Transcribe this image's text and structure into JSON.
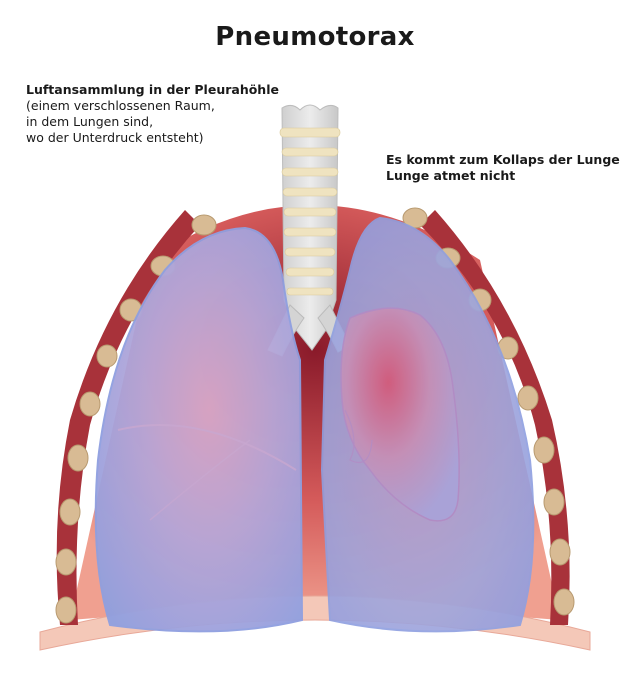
{
  "title": "Pneumotorax",
  "annotation_left": {
    "heading": "Luftansammlung in der Pleurahöhle",
    "lines": [
      "(einem verschlossenen Raum,",
      "in dem Lungen sind,",
      "wo der Unterdruck entsteht)"
    ]
  },
  "annotation_right": {
    "lines": [
      "Es kommt zum Kollaps der Lunge",
      "Lunge atmet nicht"
    ]
  },
  "colors": {
    "chest_wall": "#a8323a",
    "rib": "#d6b992",
    "pleural_cavity": "#e8847a",
    "lung_outline": "#9aa7e0",
    "lung_inner": "#c87a9a",
    "trachea": "#d9d9d9",
    "cartilage": "#efe3c0"
  }
}
